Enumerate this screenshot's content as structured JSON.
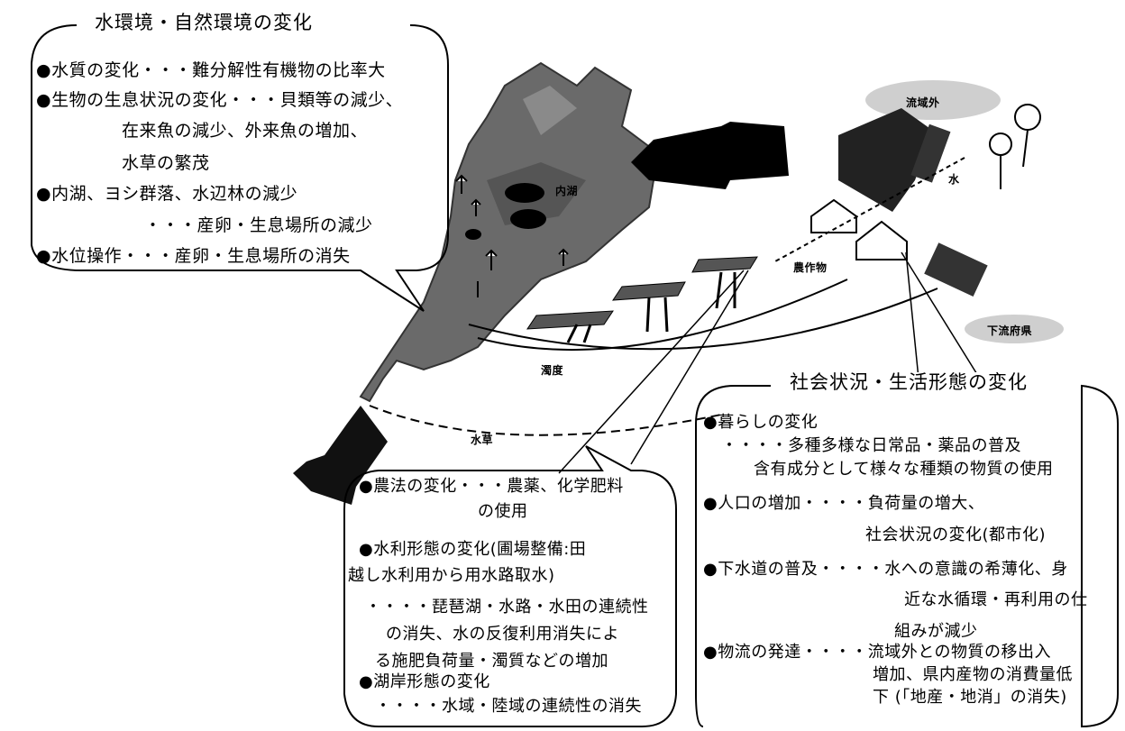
{
  "diagram": {
    "natural_box": {
      "title": "水環境・自然環境の変化",
      "lines": [
        "●水質の変化・・・難分解性有機物の比率大",
        "●生物の生息状況の変化・・・貝類等の減少、",
        "在来魚の減少、外来魚の増加、",
        "水草の繁茂",
        "●内湖、ヨシ群落、水辺林の減少",
        "・・・産卵・生息場所の減少",
        "●水位操作・・・産卵・生息場所の消失"
      ]
    },
    "agri_box": {
      "lines": [
        "●農法の変化・・・農薬、化学肥料",
        "の使用",
        "●水利形態の変化(圃場整備:田",
        "越し水利用から用水路取水)",
        "・・・・琵琶湖・水路・水田の連続性",
        "の消失、水の反復利用消失によ",
        "る施肥負荷量・濁質などの増加",
        "●湖岸形態の変化",
        "・・・・水域・陸域の連続性の消失"
      ]
    },
    "social_box": {
      "title": "社会状況・生活形態の変化",
      "lines": [
        "●暮らしの変化",
        "・・・・多種多様な日常品・薬品の普及",
        "含有成分として様々な種類の物質の使用",
        "●人口の増加・・・・負荷量の増大、",
        "社会状況の変化(都市化)",
        "●下水道の普及・・・・水への意識の希薄化、身",
        "近な水循環・再利用の仕",
        "組みが減少",
        "●物流の発達・・・・流域外との物質の移出入",
        "増加、県内産物の消費量低",
        "下 (「地産・地消」の消失)"
      ]
    },
    "map_labels": {
      "outside_basin": "流域外",
      "downstream": "下流府県",
      "water": "水",
      "crops": "農作物",
      "muddy_water": "濁度",
      "waterweed": "水草",
      "inner_lake": "内湖"
    }
  }
}
